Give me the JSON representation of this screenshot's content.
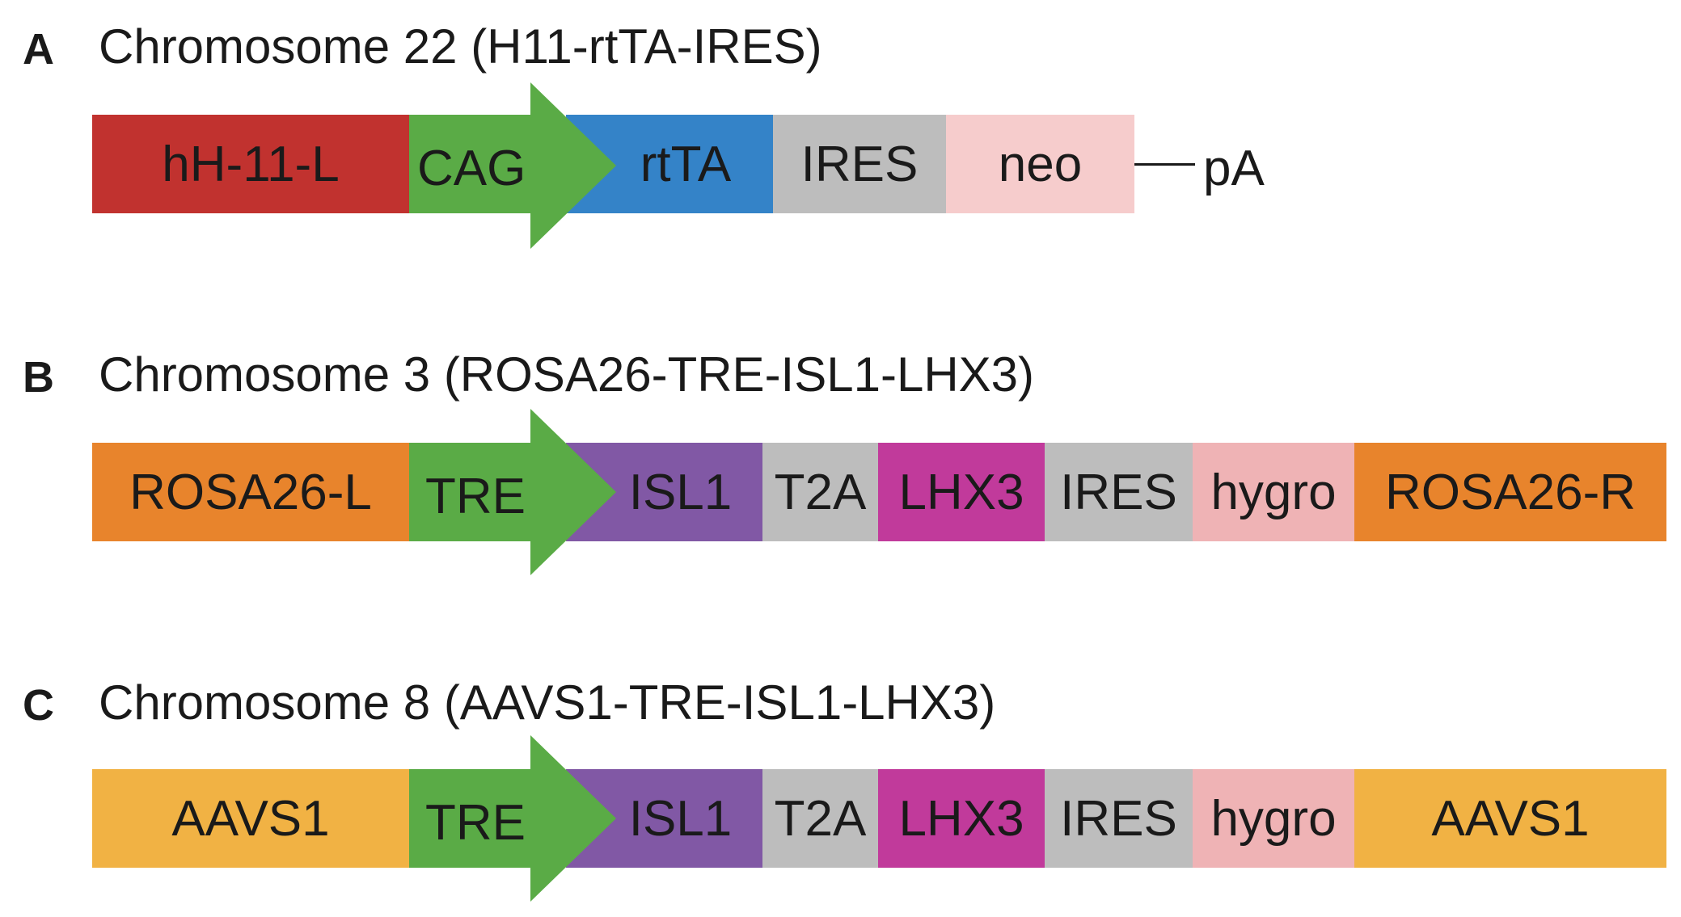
{
  "panels": [
    {
      "letter": "A",
      "title": "Chromosome 22 (H11-rtTA-IRES)",
      "segments": [
        {
          "label": "hH-11-L",
          "color": "#c1322f"
        },
        {
          "label": "rtTA",
          "color": "#3483c8"
        },
        {
          "label": "IRES",
          "color": "#bdbdbd"
        },
        {
          "label": "neo",
          "color": "#f6cccc"
        }
      ],
      "promoter": {
        "label": "CAG",
        "color": "#5aab46"
      },
      "tail": "pA"
    },
    {
      "letter": "B",
      "title": "Chromosome 3 (ROSA26-TRE-ISL1-LHX3)",
      "segments": [
        {
          "label": "ROSA26-L",
          "color": "#e8842c"
        },
        {
          "label": "ISL1",
          "color": "#8158a5"
        },
        {
          "label": "T2A",
          "color": "#bdbdbd"
        },
        {
          "label": "LHX3",
          "color": "#c13a9b"
        },
        {
          "label": "IRES",
          "color": "#bdbdbd"
        },
        {
          "label": "hygro",
          "color": "#efb3b5"
        },
        {
          "label": "ROSA26-R",
          "color": "#e8842c"
        }
      ],
      "promoter": {
        "label": "TRE",
        "color": "#5aab46"
      }
    },
    {
      "letter": "C",
      "title": "Chromosome 8 (AAVS1-TRE-ISL1-LHX3)",
      "segments": [
        {
          "label": "AAVS1",
          "color": "#f1b244"
        },
        {
          "label": "ISL1",
          "color": "#8158a5"
        },
        {
          "label": "T2A",
          "color": "#bdbdbd"
        },
        {
          "label": "LHX3",
          "color": "#c13a9b"
        },
        {
          "label": "IRES",
          "color": "#bdbdbd"
        },
        {
          "label": "hygro",
          "color": "#efb3b5"
        },
        {
          "label": "AAVS1",
          "color": "#f1b244"
        }
      ],
      "promoter": {
        "label": "TRE",
        "color": "#5aab46"
      }
    }
  ]
}
